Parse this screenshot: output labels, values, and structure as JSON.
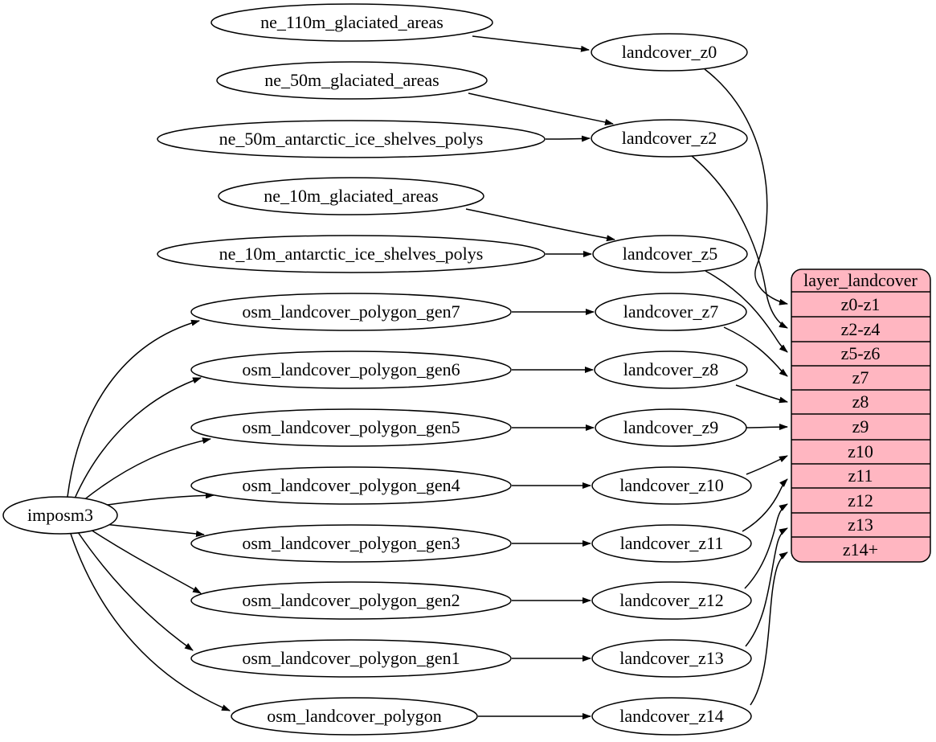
{
  "colors": {
    "record_fill": "#ffb6c1",
    "node_fill": "#ffffff",
    "stroke": "#000000"
  },
  "graph": {
    "root": {
      "label": "imposm3"
    },
    "sources": [
      {
        "label": "ne_110m_glaciated_areas"
      },
      {
        "label": "ne_50m_glaciated_areas"
      },
      {
        "label": "ne_50m_antarctic_ice_shelves_polys"
      },
      {
        "label": "ne_10m_glaciated_areas"
      },
      {
        "label": "ne_10m_antarctic_ice_shelves_polys"
      },
      {
        "label": "osm_landcover_polygon_gen7"
      },
      {
        "label": "osm_landcover_polygon_gen6"
      },
      {
        "label": "osm_landcover_polygon_gen5"
      },
      {
        "label": "osm_landcover_polygon_gen4"
      },
      {
        "label": "osm_landcover_polygon_gen3"
      },
      {
        "label": "osm_landcover_polygon_gen2"
      },
      {
        "label": "osm_landcover_polygon_gen1"
      },
      {
        "label": "osm_landcover_polygon"
      }
    ],
    "landcover_nodes": [
      {
        "label": "landcover_z0"
      },
      {
        "label": "landcover_z2"
      },
      {
        "label": "landcover_z5"
      },
      {
        "label": "landcover_z7"
      },
      {
        "label": "landcover_z8"
      },
      {
        "label": "landcover_z9"
      },
      {
        "label": "landcover_z10"
      },
      {
        "label": "landcover_z11"
      },
      {
        "label": "landcover_z12"
      },
      {
        "label": "landcover_z13"
      },
      {
        "label": "landcover_z14"
      }
    ],
    "record": {
      "title": "layer_landcover",
      "rows": [
        {
          "label": "z0-z1"
        },
        {
          "label": "z2-z4"
        },
        {
          "label": "z5-z6"
        },
        {
          "label": "z7"
        },
        {
          "label": "z8"
        },
        {
          "label": "z9"
        },
        {
          "label": "z10"
        },
        {
          "label": "z11"
        },
        {
          "label": "z12"
        },
        {
          "label": "z13"
        },
        {
          "label": "z14+"
        }
      ]
    },
    "edges": [
      {
        "from": "imposm3",
        "to": "osm_landcover_polygon_gen7"
      },
      {
        "from": "imposm3",
        "to": "osm_landcover_polygon_gen6"
      },
      {
        "from": "imposm3",
        "to": "osm_landcover_polygon_gen5"
      },
      {
        "from": "imposm3",
        "to": "osm_landcover_polygon_gen4"
      },
      {
        "from": "imposm3",
        "to": "osm_landcover_polygon_gen3"
      },
      {
        "from": "imposm3",
        "to": "osm_landcover_polygon_gen2"
      },
      {
        "from": "imposm3",
        "to": "osm_landcover_polygon_gen1"
      },
      {
        "from": "imposm3",
        "to": "osm_landcover_polygon"
      },
      {
        "from": "ne_110m_glaciated_areas",
        "to": "landcover_z0"
      },
      {
        "from": "ne_50m_glaciated_areas",
        "to": "landcover_z2"
      },
      {
        "from": "ne_50m_antarctic_ice_shelves_polys",
        "to": "landcover_z2"
      },
      {
        "from": "ne_10m_glaciated_areas",
        "to": "landcover_z5"
      },
      {
        "from": "ne_10m_antarctic_ice_shelves_polys",
        "to": "landcover_z5"
      },
      {
        "from": "osm_landcover_polygon_gen7",
        "to": "landcover_z7"
      },
      {
        "from": "osm_landcover_polygon_gen6",
        "to": "landcover_z8"
      },
      {
        "from": "osm_landcover_polygon_gen5",
        "to": "landcover_z9"
      },
      {
        "from": "osm_landcover_polygon_gen4",
        "to": "landcover_z10"
      },
      {
        "from": "osm_landcover_polygon_gen3",
        "to": "landcover_z11"
      },
      {
        "from": "osm_landcover_polygon_gen2",
        "to": "landcover_z12"
      },
      {
        "from": "osm_landcover_polygon_gen1",
        "to": "landcover_z13"
      },
      {
        "from": "osm_landcover_polygon",
        "to": "landcover_z14"
      },
      {
        "from": "landcover_z0",
        "to": "layer_landcover:z0-z1"
      },
      {
        "from": "landcover_z2",
        "to": "layer_landcover:z2-z4"
      },
      {
        "from": "landcover_z5",
        "to": "layer_landcover:z5-z6"
      },
      {
        "from": "landcover_z7",
        "to": "layer_landcover:z7"
      },
      {
        "from": "landcover_z8",
        "to": "layer_landcover:z8"
      },
      {
        "from": "landcover_z9",
        "to": "layer_landcover:z9"
      },
      {
        "from": "landcover_z10",
        "to": "layer_landcover:z10"
      },
      {
        "from": "landcover_z11",
        "to": "layer_landcover:z11"
      },
      {
        "from": "landcover_z12",
        "to": "layer_landcover:z12"
      },
      {
        "from": "landcover_z13",
        "to": "layer_landcover:z13"
      },
      {
        "from": "landcover_z14",
        "to": "layer_landcover:z14+"
      }
    ]
  }
}
